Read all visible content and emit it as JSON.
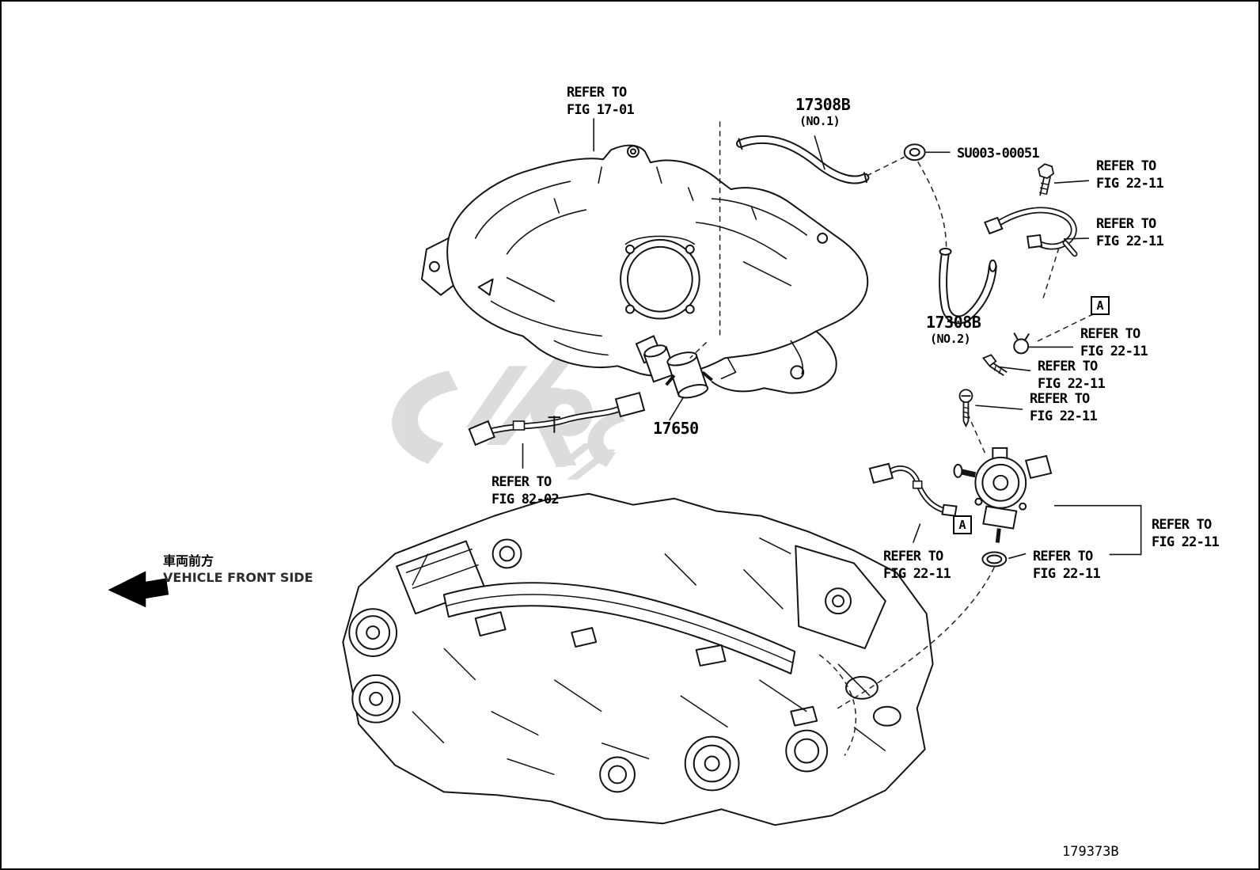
{
  "refs": {
    "fig_17_01": "REFER TO\nFIG 17-01",
    "fig_82_02": "REFER TO\nFIG 82-02",
    "fig_22_11": "REFER TO\nFIG 22-11"
  },
  "parts": {
    "hose_no1": {
      "number": "17308B",
      "variant": "(NO.1)"
    },
    "hose_no2": {
      "number": "17308B",
      "variant": "(NO.2)"
    },
    "solenoid": {
      "number": "17650"
    },
    "grommet": {
      "number": "SU003-00051"
    }
  },
  "detail_marker": "A",
  "direction": {
    "jp": "車両前方",
    "en": "VEHICLE FRONT SIDE"
  },
  "footer_code": "179373B"
}
